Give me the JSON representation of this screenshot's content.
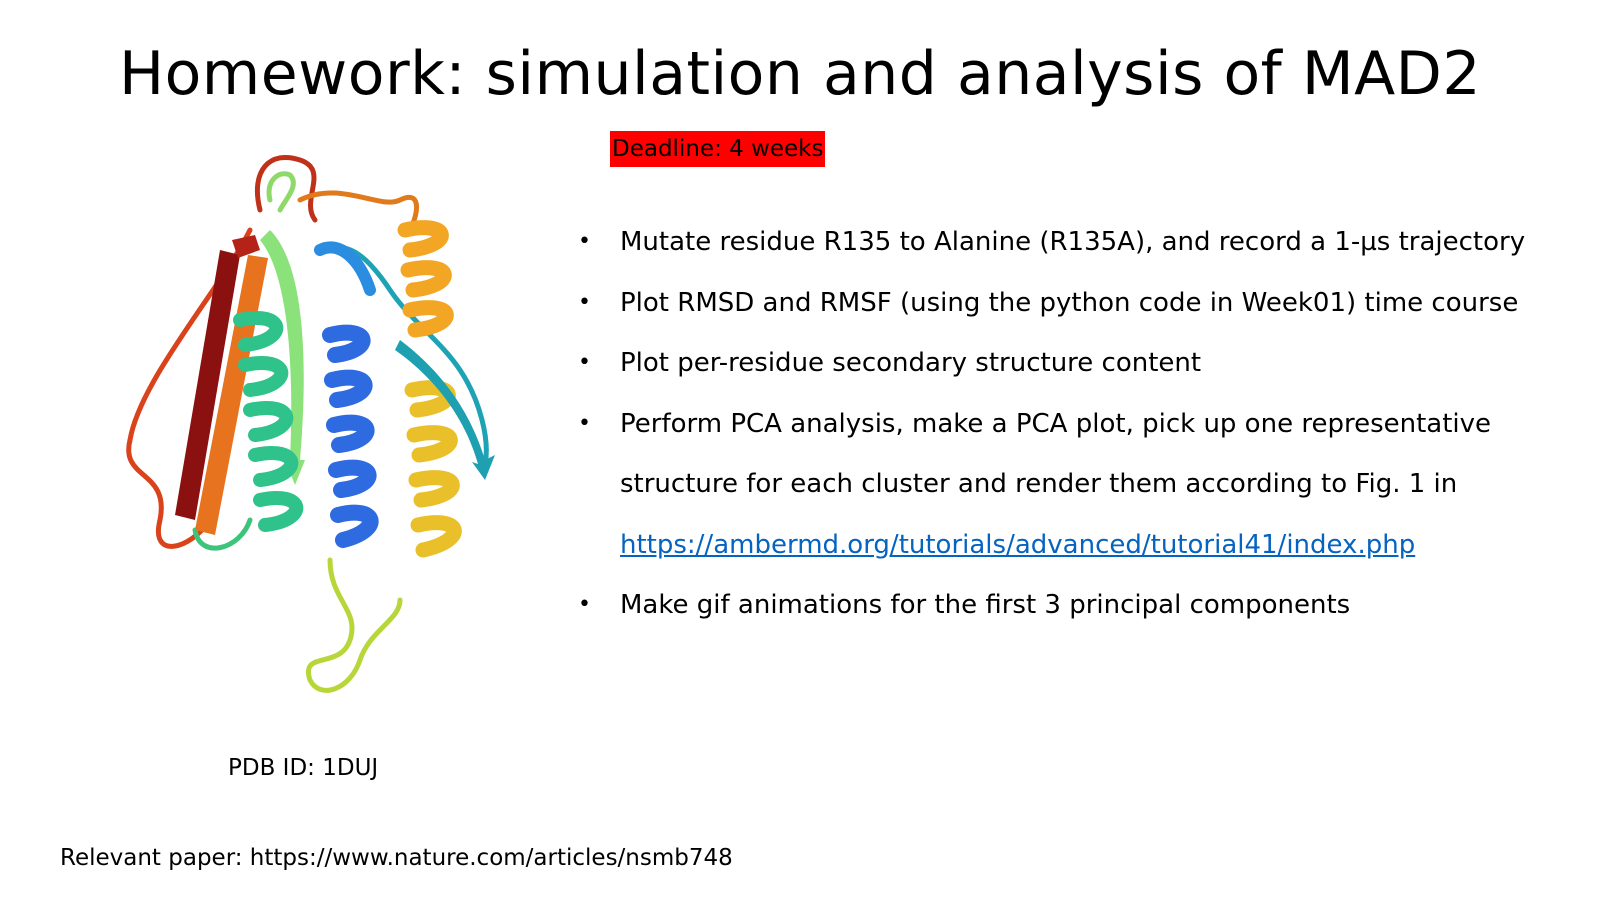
{
  "slide": {
    "title": "Homework: simulation and analysis of MAD2",
    "deadline": "Deadline: 4 weeks",
    "figure_caption": "PDB ID: 1DUJ",
    "tasks": [
      {
        "text": "Mutate residue R135 to Alanine (R135A), and record a 1-µs trajectory"
      },
      {
        "text": "Plot RMSD and RMSF (using the python code in Week01) time course"
      },
      {
        "text": "Plot per-residue secondary structure content"
      },
      {
        "text": "Perform PCA analysis, make a PCA plot, pick up one representative structure for each cluster and render them according to Fig. 1 in",
        "link": "https://ambermd.org/tutorials/advanced/tutorial41/index.php"
      },
      {
        "text": "Make gif animations for the first 3 principal components"
      }
    ],
    "bullet_glyph": "•",
    "relevant_paper": "Relevant paper: https://www.nature.com/articles/nsmb748"
  },
  "colors": {
    "deadline_bg": "#ff0000",
    "link": "#0563c1"
  },
  "icons": {
    "protein": "protein-ribbon-illustration"
  }
}
